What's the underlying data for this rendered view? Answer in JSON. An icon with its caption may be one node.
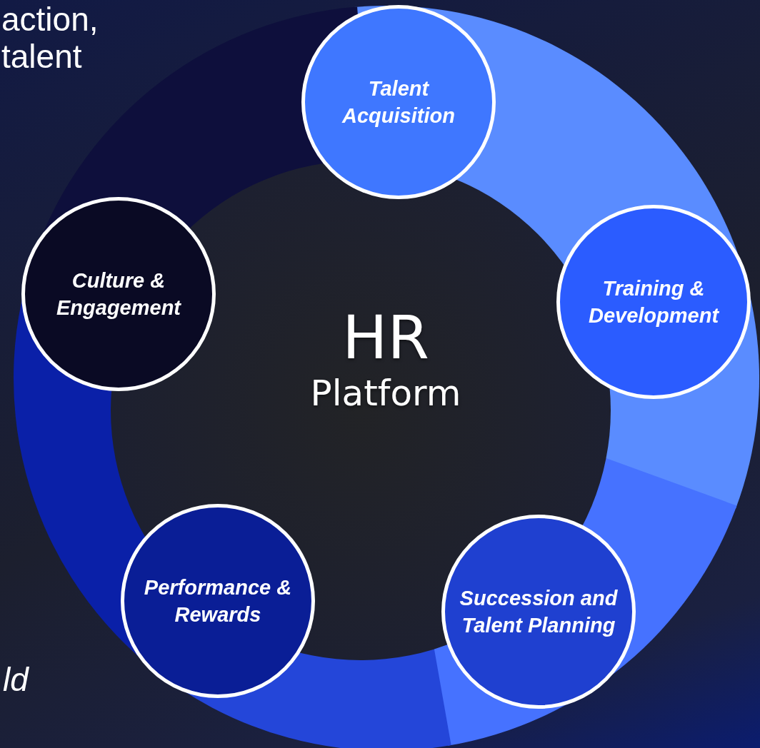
{
  "diagram": {
    "nodes": [
      {
        "text": [
          "HR",
          "Platform"
        ]
      },
      {
        "text": [
          "Talent Acquisition"
        ]
      },
      {
        "text": [
          "Training & Development"
        ]
      },
      {
        "text": [
          "Succession and Talent Planning"
        ]
      },
      {
        "text": [
          "Performance & Rewards"
        ]
      },
      {
        "text": [
          "Culture & Engagement"
        ]
      }
    ],
    "labels": [
      "action,",
      "talent",
      "ld"
    ]
  }
}
